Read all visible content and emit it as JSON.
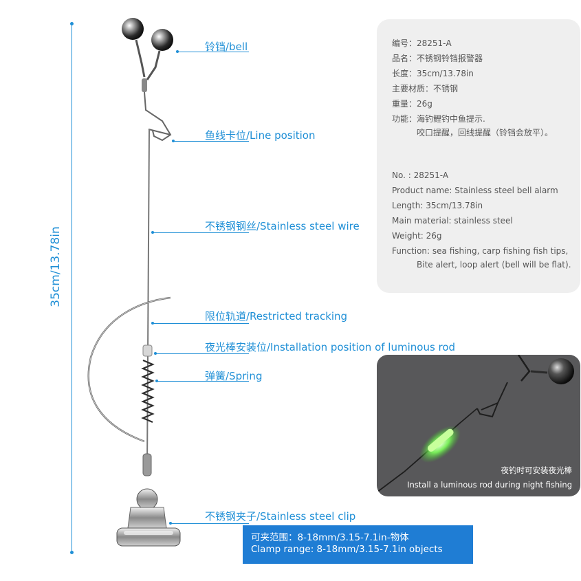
{
  "dimension": {
    "label": "35cm/13.78in"
  },
  "callouts": [
    {
      "id": "bell",
      "label": "铃铛/bell"
    },
    {
      "id": "line-position",
      "label": "鱼线卡位/Line position"
    },
    {
      "id": "stainless-wire",
      "label": "不锈钢钢丝/Stainless steel wire"
    },
    {
      "id": "restricted-tracking",
      "label": "限位轨道/Restricted tracking"
    },
    {
      "id": "luminous-rod-position",
      "label": "夜光棒安装位/Installation position of luminous rod"
    },
    {
      "id": "spring",
      "label": "弹簧/Spring"
    },
    {
      "id": "stainless-clip",
      "label": "不锈钢夹子/Stainless steel clip"
    }
  ],
  "specs_cn": [
    "编号：28251-A",
    "品名：不锈钢铃铛报警器",
    "长度：35cm/13.78in",
    "主要材质：不锈钢",
    "重量：26g",
    "功能：海钓鲤钓中鱼提示.",
    "咬口提醒，回线提醒（铃铛会放平）。"
  ],
  "specs_en": [
    "No. : 28251-A",
    "Product name: Stainless steel bell alarm",
    "Length: 35cm/13.78in",
    "Main material: stainless steel",
    "Weight: 26g",
    "Function: sea fishing, carp fishing fish tips,",
    "Bite alert, loop alert (bell will be flat)."
  ],
  "photo_caption": {
    "cn": "夜钓时可安装夜光棒",
    "en": "Install a luminous rod during night fishing"
  },
  "clamp_range": {
    "cn": "可夹范围：8-18mm/3.15-7.1in-物体",
    "en": "Clamp range: 8-18mm/3.15-7.1in objects"
  },
  "colors": {
    "accent": "#1f8fd6",
    "clamp_box": "#1f7dd4",
    "spec_bg": "#efefef",
    "photo_bg": "#58585a",
    "glow": "#7dff5a"
  }
}
